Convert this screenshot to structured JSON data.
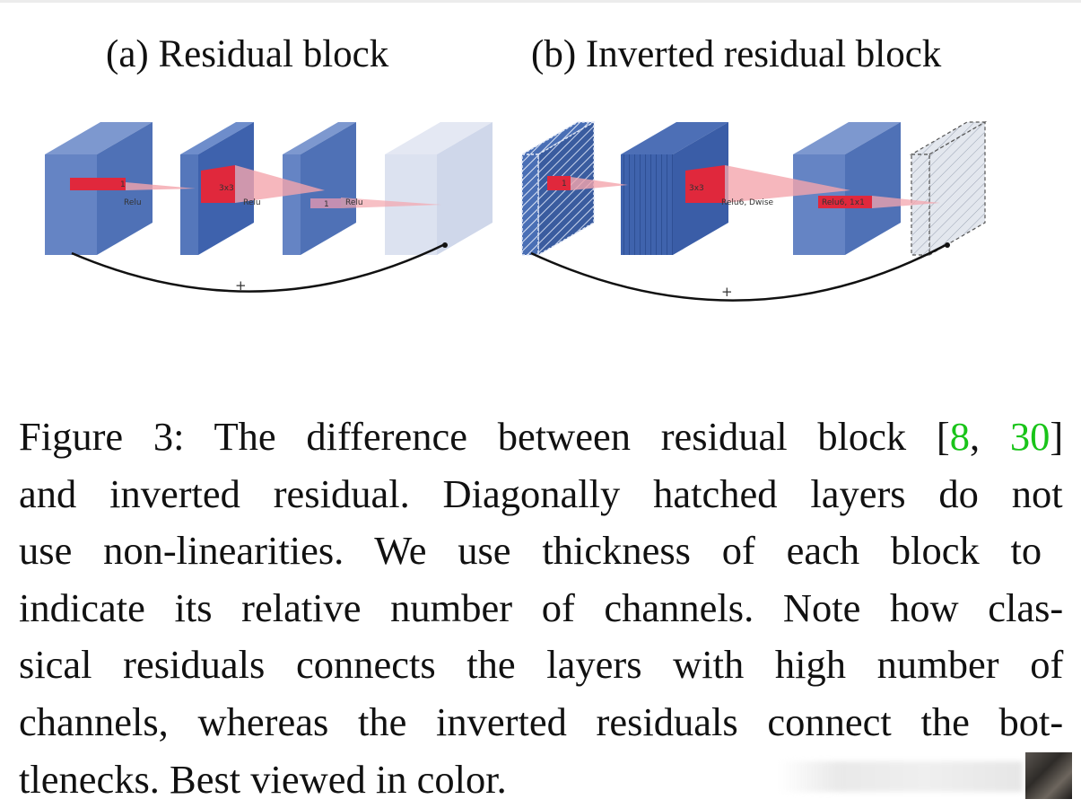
{
  "subtitles": {
    "a": "(a) Residual block",
    "b": "(b) Inverted residual block"
  },
  "diagram_a": {
    "labels": {
      "k1": "1",
      "k3": "3x3",
      "k1b": "1",
      "act1": "Relu",
      "act2": "Relu",
      "act3": "Relu",
      "plus": "+"
    }
  },
  "diagram_b": {
    "labels": {
      "k1": "1",
      "k3": "3x3",
      "act1": "Relu6, Dwise",
      "act2": "Relu6, 1x1",
      "plus": "+"
    }
  },
  "colors": {
    "block_blue": "#5b7bbf",
    "block_dark_blue": "#3e62ad",
    "block_light": "#d8deee",
    "kernel_red": "#e0283c",
    "citation_green": "#19c419"
  },
  "caption": {
    "line1_pre": "Figure 3: The difference between residual block [",
    "cite1": "8",
    "sep": ", ",
    "cite2": "30",
    "line1_post": "]",
    "line2": "and inverted residual. Diagonally hatched layers do not",
    "line3": "use non-linearities.  We use thickness of each block to",
    "line4": "indicate its relative number of channels. Note how clas-",
    "line5": "sical residuals connects the layers with high number of",
    "line6": "channels, whereas the inverted residuals connect the bot-",
    "line7": "tlenecks. Best viewed in color."
  }
}
